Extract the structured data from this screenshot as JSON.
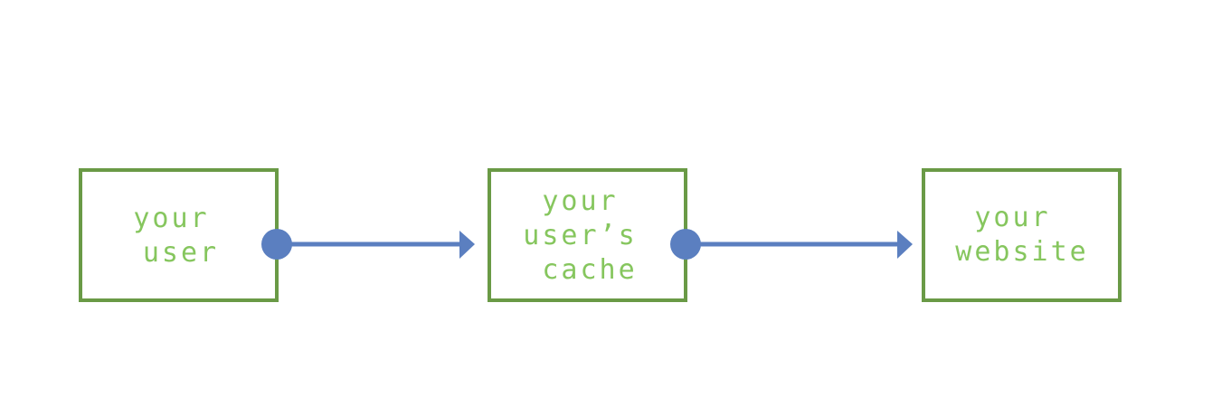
{
  "colors": {
    "box_border": "#6a9a46",
    "label_text": "#86c65e",
    "connector": "#5b7fc0"
  },
  "nodes": [
    {
      "id": "user",
      "lines": [
        "your",
        "user"
      ]
    },
    {
      "id": "cache",
      "lines": [
        "your",
        "user’s",
        "cache"
      ]
    },
    {
      "id": "website",
      "lines": [
        "your",
        "website"
      ]
    }
  ],
  "edges": [
    {
      "from": "user",
      "to": "cache"
    },
    {
      "from": "cache",
      "to": "website"
    }
  ]
}
